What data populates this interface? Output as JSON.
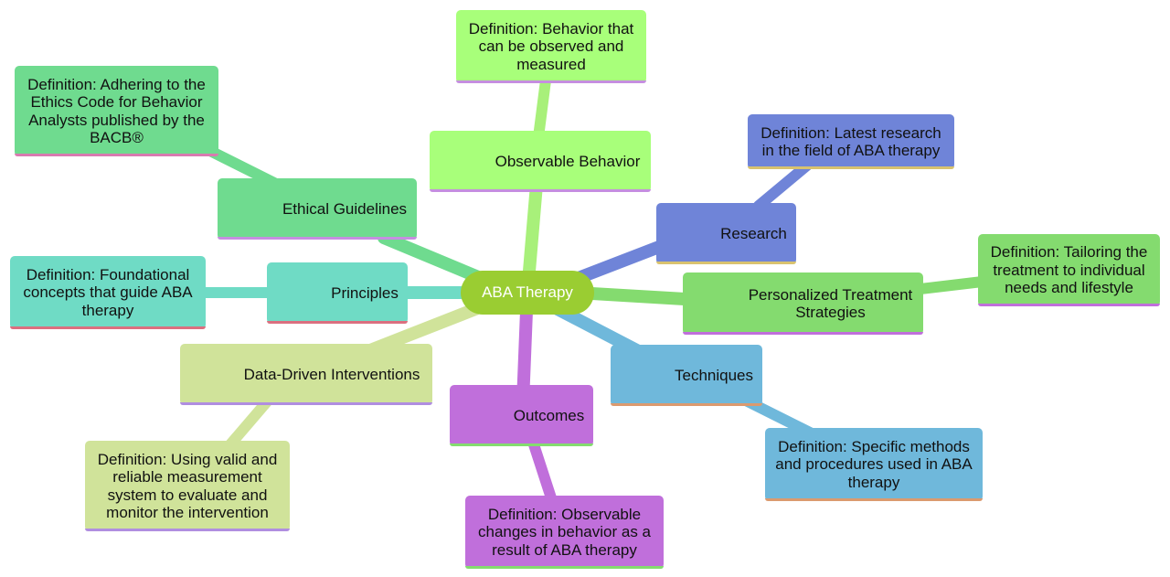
{
  "root": {
    "label": "ABA Therapy",
    "color": "#9acd32"
  },
  "branches": [
    {
      "id": "observable",
      "label": "Observable Behavior",
      "color": "#a8ff7a",
      "line": "#a8f07a",
      "underline": "#c58ee0",
      "definition": "Definition: Behavior that can be observed and measured",
      "def_underline": "#c58ee0"
    },
    {
      "id": "ethical",
      "label": "Ethical Guidelines",
      "color": "#6fdb8f",
      "line": "#6fdb8f",
      "underline": "#c58ee0",
      "definition": "Definition: Adhering to the Ethics Code for Behavior Analysts published by the BACB®",
      "def_underline": "#d97ab0"
    },
    {
      "id": "research",
      "label": "Research",
      "color": "#6f84d8",
      "line": "#6f84d8",
      "underline": "#d8c26f",
      "definition": "Definition: Latest research in the field of ABA therapy",
      "def_underline": "#d8c26f"
    },
    {
      "id": "principles",
      "label": "Principles",
      "color": "#6fdbc5",
      "line": "#6fdbc5",
      "underline": "#db6f7f",
      "definition": "Definition: Foundational concepts that guide ABA therapy",
      "def_underline": "#db6f7f"
    },
    {
      "id": "personalized",
      "label": "Personalized Treatment Strategies",
      "color": "#84db6f",
      "line": "#84db6f",
      "underline": "#c06fdb",
      "definition": "Definition: Tailoring the treatment to individual needs and lifestyle",
      "def_underline": "#c06fdb"
    },
    {
      "id": "data",
      "label": "Data-Driven Interventions",
      "color": "#d0e39a",
      "line": "#d0e39a",
      "underline": "#b08ee0",
      "definition": "Definition: Using valid and reliable measurement system to evaluate and monitor the intervention",
      "def_underline": "#b08ee0"
    },
    {
      "id": "techniques",
      "label": "Techniques",
      "color": "#6fb8db",
      "line": "#6fb8db",
      "underline": "#db9a6f",
      "definition": "Definition: Specific methods and procedures used in ABA therapy",
      "def_underline": "#db9a6f"
    },
    {
      "id": "outcomes",
      "label": "Outcomes",
      "color": "#c06fdb",
      "line": "#c06fdb",
      "underline": "#84db6f",
      "definition": "Definition: Observable changes in behavior as a result of ABA therapy",
      "def_underline": "#84db6f"
    }
  ]
}
